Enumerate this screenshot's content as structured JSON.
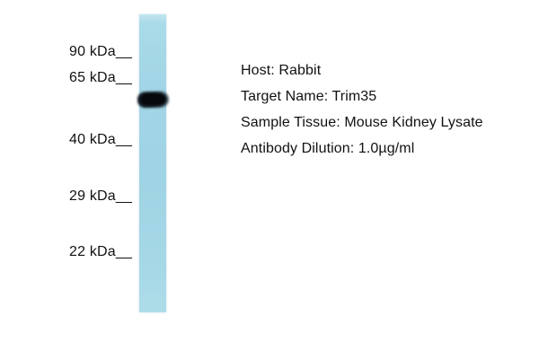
{
  "figure": {
    "type": "western-blot",
    "colors": {
      "background": "#ffffff",
      "lane_blue": "#a3d6e6",
      "band_dark": "#0c1218",
      "text": "#111111"
    },
    "blot": {
      "markers": [
        {
          "label": "90 kDa__",
          "kda": 90
        },
        {
          "label": "65 kDa__",
          "kda": 65
        },
        {
          "label": "40 kDa__",
          "kda": 40
        },
        {
          "label": "29 kDa__",
          "kda": 29
        },
        {
          "label": "22 kDa__",
          "kda": 22
        }
      ],
      "band": {
        "between_markers_kda": [
          65,
          40
        ]
      }
    },
    "annotations": {
      "lines": [
        "Host: Rabbit",
        "Target Name: Trim35",
        "Sample Tissue: Mouse Kidney Lysate",
        "Antibody Dilution: 1.0µg/ml"
      ]
    }
  }
}
